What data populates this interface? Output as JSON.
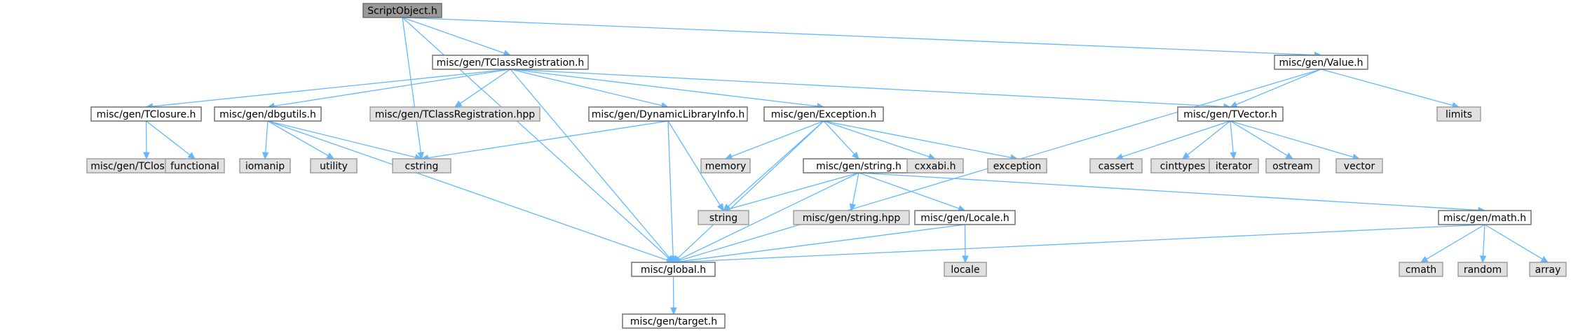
{
  "colors": {
    "root_fill": "#999999",
    "root_stroke": "#666666",
    "file_fill": "#ffffff",
    "file_stroke": "#666666",
    "system_fill": "#e0e0e0",
    "system_stroke": "#999999",
    "edge": "#63b8ff"
  },
  "nodes": [
    {
      "id": "scriptobject",
      "label": "ScriptObject.h",
      "kind": "root"
    },
    {
      "id": "tclassreg",
      "label": "misc/gen/TClassRegistration.h",
      "kind": "file"
    },
    {
      "id": "value",
      "label": "misc/gen/Value.h",
      "kind": "file"
    },
    {
      "id": "tclosure",
      "label": "misc/gen/TClosure.h",
      "kind": "file"
    },
    {
      "id": "dbgutils",
      "label": "misc/gen/dbgutils.h",
      "kind": "file"
    },
    {
      "id": "tclassreghpp",
      "label": "misc/gen/TClassRegistration.hpp",
      "kind": "system"
    },
    {
      "id": "dynlib",
      "label": "misc/gen/DynamicLibraryInfo.h",
      "kind": "file"
    },
    {
      "id": "exception_h",
      "label": "misc/gen/Exception.h",
      "kind": "file"
    },
    {
      "id": "tvector",
      "label": "misc/gen/TVector.h",
      "kind": "file"
    },
    {
      "id": "limits",
      "label": "limits",
      "kind": "system"
    },
    {
      "id": "tclosurehpp",
      "label": "misc/gen/TClosure.hpp",
      "kind": "system"
    },
    {
      "id": "functional",
      "label": "functional",
      "kind": "system"
    },
    {
      "id": "iomanip",
      "label": "iomanip",
      "kind": "system"
    },
    {
      "id": "utility",
      "label": "utility",
      "kind": "system"
    },
    {
      "id": "cstring",
      "label": "cstring",
      "kind": "system"
    },
    {
      "id": "memory",
      "label": "memory",
      "kind": "system"
    },
    {
      "id": "string_h",
      "label": "misc/gen/string.h",
      "kind": "file"
    },
    {
      "id": "cxxabi",
      "label": "cxxabi.h",
      "kind": "system"
    },
    {
      "id": "exception",
      "label": "exception",
      "kind": "system"
    },
    {
      "id": "cassert",
      "label": "cassert",
      "kind": "system"
    },
    {
      "id": "cinttypes",
      "label": "cinttypes",
      "kind": "system"
    },
    {
      "id": "iterator",
      "label": "iterator",
      "kind": "system"
    },
    {
      "id": "ostream",
      "label": "ostream",
      "kind": "system"
    },
    {
      "id": "vector",
      "label": "vector",
      "kind": "system"
    },
    {
      "id": "string",
      "label": "string",
      "kind": "system"
    },
    {
      "id": "stringhpp",
      "label": "misc/gen/string.hpp",
      "kind": "system"
    },
    {
      "id": "locale_h",
      "label": "misc/gen/Locale.h",
      "kind": "file"
    },
    {
      "id": "math_h",
      "label": "misc/gen/math.h",
      "kind": "file"
    },
    {
      "id": "global",
      "label": "misc/global.h",
      "kind": "file"
    },
    {
      "id": "locale",
      "label": "locale",
      "kind": "system"
    },
    {
      "id": "cmath",
      "label": "cmath",
      "kind": "system"
    },
    {
      "id": "random",
      "label": "random",
      "kind": "system"
    },
    {
      "id": "array",
      "label": "array",
      "kind": "system"
    },
    {
      "id": "target",
      "label": "misc/gen/target.h",
      "kind": "file"
    }
  ],
  "edges": [
    [
      "scriptobject",
      "tclassreg"
    ],
    [
      "scriptobject",
      "value"
    ],
    [
      "scriptobject",
      "cstring"
    ],
    [
      "scriptobject",
      "global"
    ],
    [
      "tclassreg",
      "tclosure"
    ],
    [
      "tclassreg",
      "dbgutils"
    ],
    [
      "tclassreg",
      "tclassreghpp"
    ],
    [
      "tclassreg",
      "dynlib"
    ],
    [
      "tclassreg",
      "exception_h"
    ],
    [
      "tclassreg",
      "tvector"
    ],
    [
      "tclassreg",
      "global"
    ],
    [
      "value",
      "tvector"
    ],
    [
      "value",
      "limits"
    ],
    [
      "value",
      "global"
    ],
    [
      "tclosure",
      "tclosurehpp"
    ],
    [
      "tclosure",
      "functional"
    ],
    [
      "dbgutils",
      "iomanip"
    ],
    [
      "dbgutils",
      "utility"
    ],
    [
      "dbgutils",
      "cstring"
    ],
    [
      "dbgutils",
      "global"
    ],
    [
      "dynlib",
      "cstring"
    ],
    [
      "dynlib",
      "string"
    ],
    [
      "dynlib",
      "global"
    ],
    [
      "exception_h",
      "memory"
    ],
    [
      "exception_h",
      "string"
    ],
    [
      "exception_h",
      "string_h"
    ],
    [
      "exception_h",
      "cxxabi"
    ],
    [
      "exception_h",
      "exception"
    ],
    [
      "exception_h",
      "global"
    ],
    [
      "tvector",
      "cassert"
    ],
    [
      "tvector",
      "cinttypes"
    ],
    [
      "tvector",
      "iterator"
    ],
    [
      "tvector",
      "ostream"
    ],
    [
      "tvector",
      "vector"
    ],
    [
      "string_h",
      "string"
    ],
    [
      "string_h",
      "stringhpp"
    ],
    [
      "string_h",
      "locale_h"
    ],
    [
      "string_h",
      "math_h"
    ],
    [
      "string_h",
      "global"
    ],
    [
      "locale_h",
      "global"
    ],
    [
      "locale_h",
      "locale"
    ],
    [
      "math_h",
      "global"
    ],
    [
      "math_h",
      "cmath"
    ],
    [
      "math_h",
      "random"
    ],
    [
      "math_h",
      "array"
    ],
    [
      "global",
      "target"
    ]
  ]
}
